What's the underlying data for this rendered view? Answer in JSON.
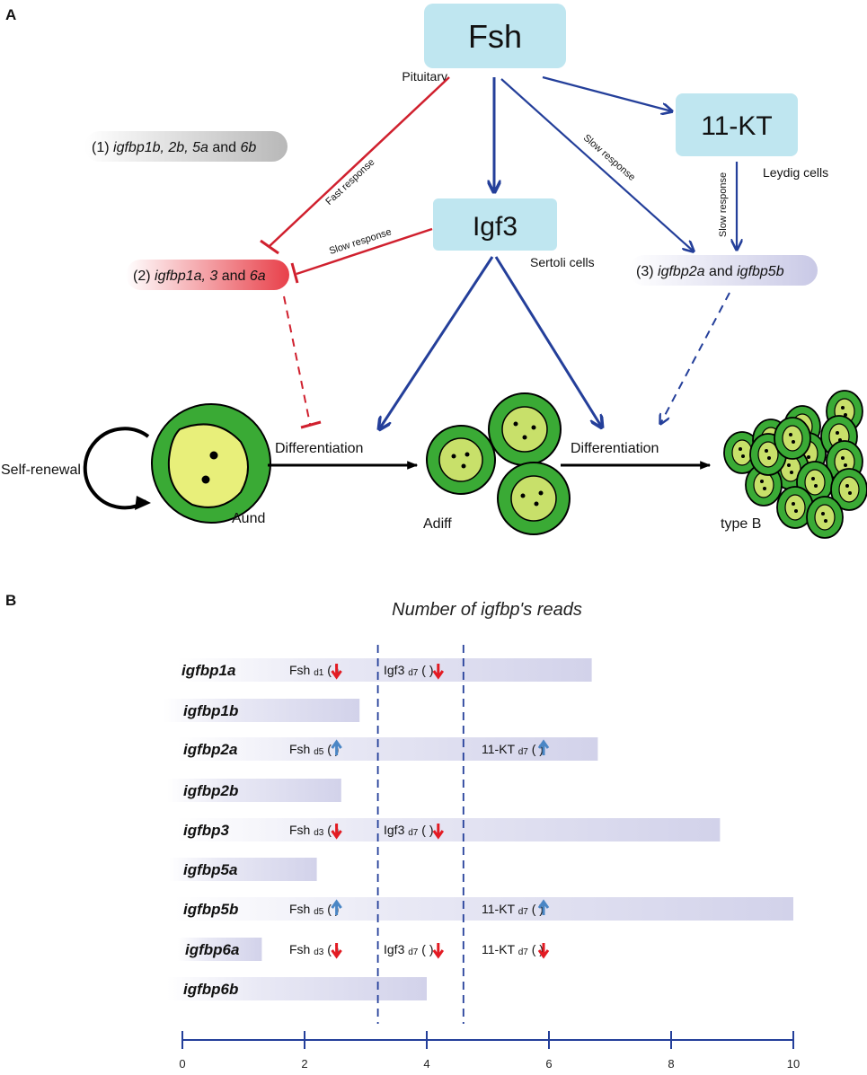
{
  "panel_a": {
    "panel_label": "A",
    "fsh": "Fsh",
    "kt": "11-KT",
    "igf3": "Igf3",
    "pituitary": "Pituitary",
    "leydig": "Leydig cells",
    "sertoli": "Sertoli cells",
    "fast_response": "Fast response",
    "slow_response": "Slow response",
    "group1": {
      "num": "(1)",
      "genes": "igfbp1b, 2b, 5a",
      "and": " and ",
      "last": "6b"
    },
    "group2": {
      "num": "(2)",
      "genes": "igfbp1a, 3",
      "and": " and ",
      "last": "6a"
    },
    "group3": {
      "num": "(3)",
      "gene1": "igfbp2a",
      "and": " and ",
      "gene2": "igfbp5b"
    },
    "self_renewal": "Self-renewal",
    "differentiation": "Differentiation",
    "aund": "Aund",
    "adiff": "Adiff",
    "type_b": "type B",
    "colors": {
      "red": "#d0202e",
      "blue": "#243f9a",
      "box": "#bfe6f0",
      "cell_outer": "#3aaa35",
      "cell_inner": "#e8ef7a"
    }
  },
  "panel_b": {
    "panel_label": "B",
    "chart_title": "Number of igfbp's reads",
    "axis_ticks": [
      "0",
      "2",
      "4",
      "6",
      "8",
      "10"
    ],
    "markers": {
      "up": "up-arrow-icon (blue)",
      "down": "down-arrow-icon (red)"
    }
  },
  "chart_data": {
    "type": "bar",
    "orientation": "horizontal",
    "title": "Number of igfbp's reads",
    "xlim": [
      0,
      10
    ],
    "categories": [
      "igfbp1a",
      "igfbp1b",
      "igfbp2a",
      "igfbp2b",
      "igfbp3",
      "igfbp5a",
      "igfbp5b",
      "igfbp6a",
      "igfbp6b"
    ],
    "values": [
      6.7,
      2.9,
      6.8,
      2.6,
      8.8,
      2.2,
      10.0,
      1.3,
      4.0
    ],
    "dashed_lines_x": [
      3.2,
      4.6
    ],
    "annotations": [
      [
        {
          "hormone": "Fsh",
          "day": "d1",
          "dir": "down"
        },
        {
          "hormone": "Igf3",
          "day": "d7",
          "dir": "down"
        }
      ],
      [],
      [
        {
          "hormone": "Fsh",
          "day": "d5",
          "dir": "up"
        },
        {
          "hormone": "11-KT",
          "day": "d7",
          "dir": "up"
        }
      ],
      [],
      [
        {
          "hormone": "Fsh",
          "day": "d3",
          "dir": "down"
        },
        {
          "hormone": "Igf3",
          "day": "d7",
          "dir": "down"
        }
      ],
      [],
      [
        {
          "hormone": "Fsh",
          "day": "d5",
          "dir": "up"
        },
        {
          "hormone": "11-KT",
          "day": "d7",
          "dir": "up"
        }
      ],
      [
        {
          "hormone": "Fsh",
          "day": "d3",
          "dir": "down"
        },
        {
          "hormone": "Igf3",
          "day": "d7",
          "dir": "down"
        },
        {
          "hormone": "11-KT",
          "day": "d7",
          "dir": "down"
        }
      ],
      []
    ]
  }
}
